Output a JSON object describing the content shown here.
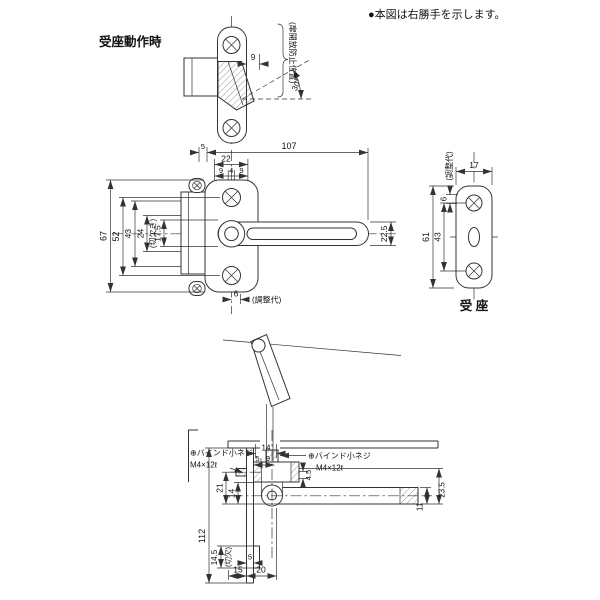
{
  "page": {
    "note": "●本図は右勝手を示します。"
  },
  "top_view": {
    "title": "受座動作時",
    "dim_9": "9",
    "angle_30": "30°",
    "position_note": "(扉開放防止位置)"
  },
  "front_view": {
    "dim_5": "5",
    "dim_107": "107",
    "dim_22": "22",
    "dim_9a": "9",
    "dim_4": "4",
    "dim_9b": "9",
    "dim_67": "67",
    "dim_52": "52",
    "dim_43": "43",
    "dim_24": "24",
    "notch": "(切欠き)",
    "dim_17_5": "17.5",
    "dim_22_5": "22.5",
    "dim_6": "6",
    "adjust": "(調整代)"
  },
  "side_view": {
    "title": "受 座",
    "adjust": "(調整代)",
    "dim_17": "17",
    "dim_6": "6",
    "dim_61": "61",
    "dim_43": "43"
  },
  "section_view": {
    "screw_label": "⊕バインド小ネジ",
    "screw_spec": "M4×12ℓ",
    "screw_label2": "⊕バインド小ネジ",
    "screw_spec2": "M4×12ℓ",
    "dim_14_top": "14",
    "dim_5_top": "5",
    "dim_9": "9",
    "dim_4_5": "4.5",
    "dim_21": "21",
    "dim_14_side": "14",
    "dim_112": "112",
    "dim_14_5": "14.5",
    "notch": "(切欠)",
    "dim_5_bottom": "5",
    "dim_15": "15",
    "dim_20": "20",
    "dim_11": "11",
    "dim_23_5": "23.5"
  }
}
